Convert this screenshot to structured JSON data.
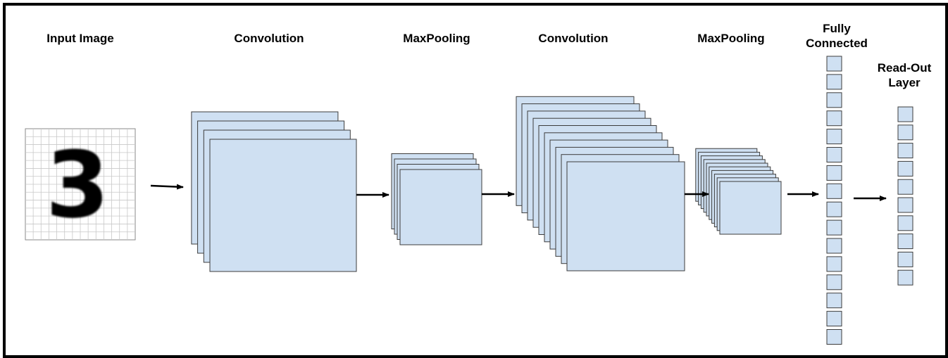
{
  "diagram": {
    "labels": {
      "input_image": "Input Image",
      "convolution_1": "Convolution",
      "maxpooling_1": "MaxPooling",
      "convolution_2": "Convolution",
      "maxpooling_2": "MaxPooling",
      "fully_connected_line1": "Fully",
      "fully_connected_line2": "Connected",
      "readout_line1": "Read-Out",
      "readout_line2": "Layer"
    },
    "input_digit": "3",
    "colors": {
      "feature_map_fill": "#cfe0f2",
      "feature_map_stroke": "#3c3c3c",
      "frame": "#000000",
      "grid": "#c8c8c8",
      "arrow": "#000000"
    }
  }
}
